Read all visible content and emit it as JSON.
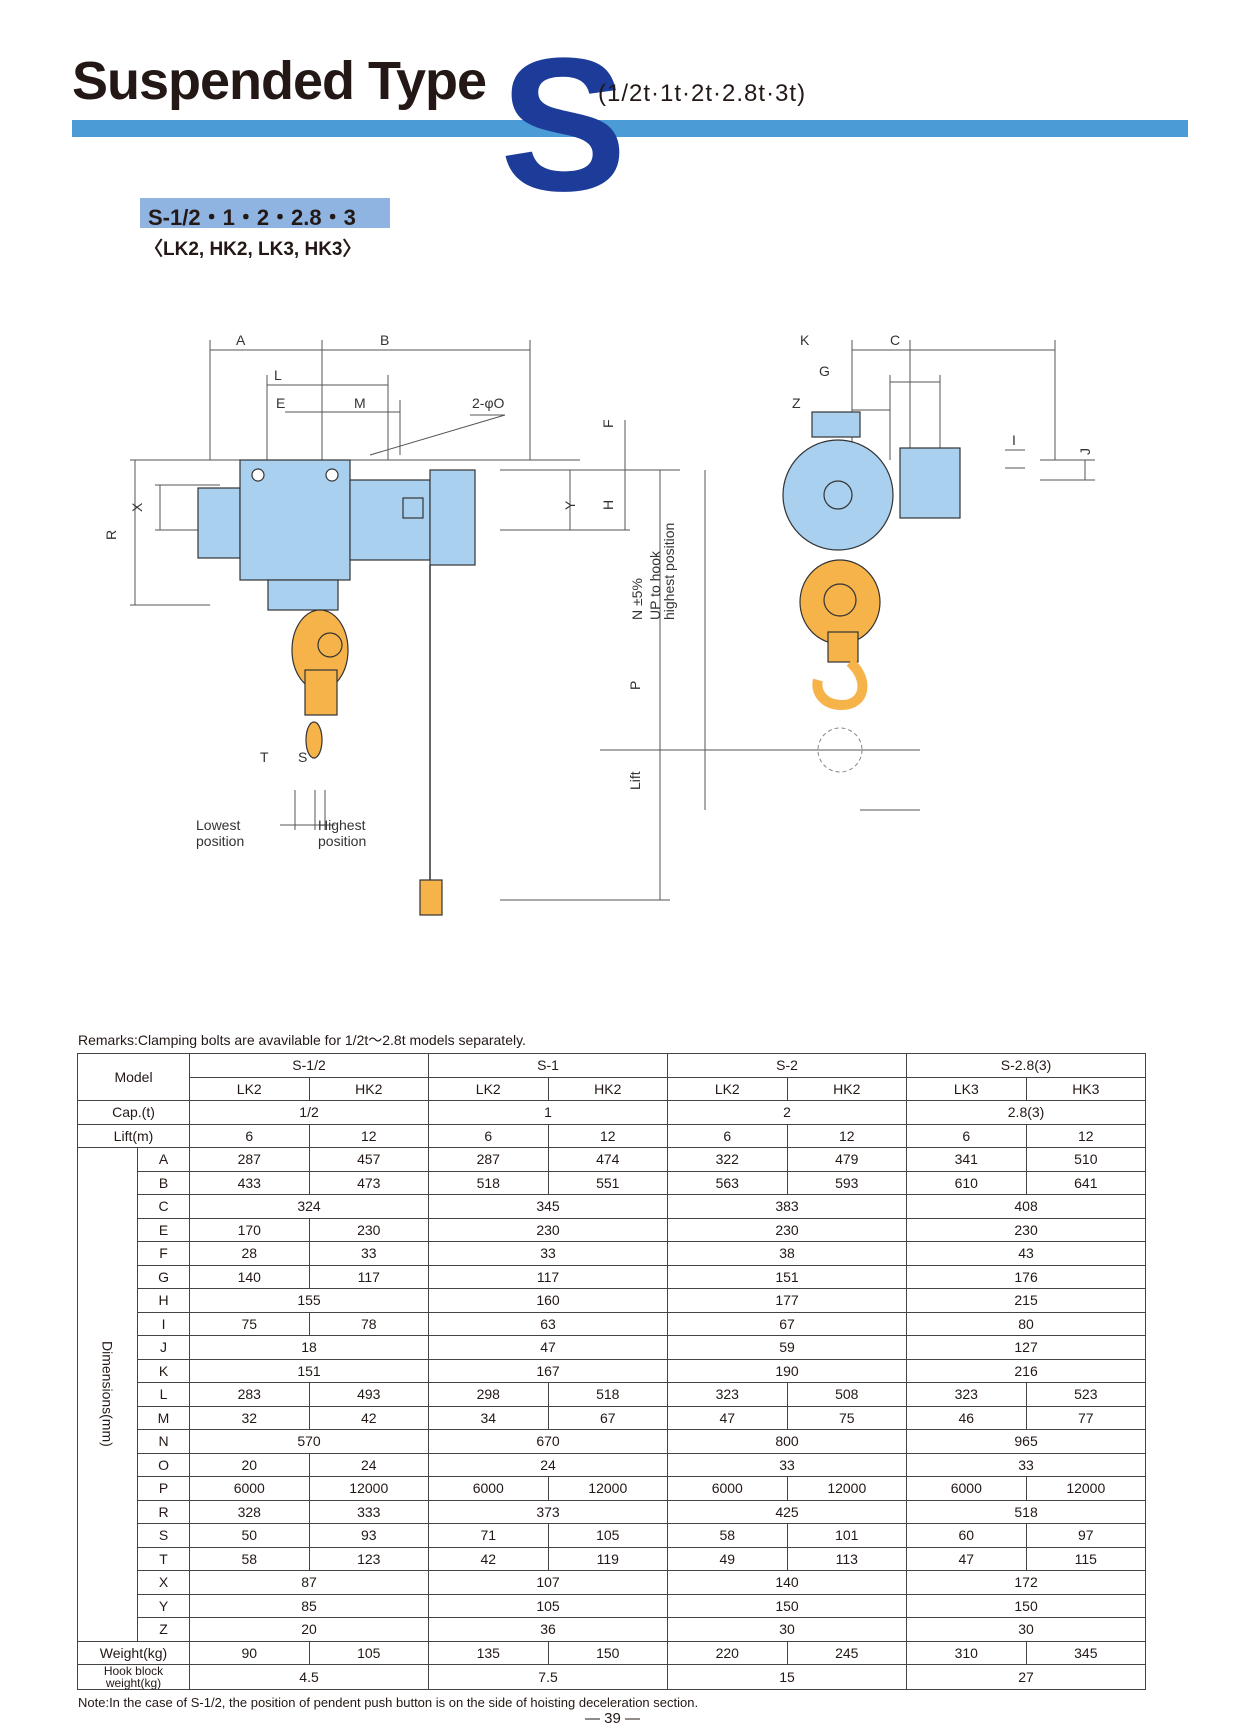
{
  "header": {
    "title": "Suspended Type",
    "letter": "S",
    "capacity": "(1/2t·1t·2t·2.8t·3t)",
    "series": "S-1/2・1・2・2.8・3",
    "models": "〈LK2, HK2, LK3, HK3〉"
  },
  "colors": {
    "accent_bar": "#4a9bd6",
    "letter": "#1d3c99",
    "badge": "#8fb4e1",
    "hoist_body": "#a9d0ef",
    "hook": "#f5b34a"
  },
  "drawing": {
    "dims_front": [
      "A",
      "B",
      "L",
      "E",
      "M",
      "2-φO",
      "F",
      "H",
      "Y",
      "X",
      "R",
      "P",
      "T",
      "S"
    ],
    "dims_side": [
      "K",
      "C",
      "G",
      "Z",
      "I",
      "J"
    ],
    "label_n": "N ±5%",
    "label_up_line1": "UP to hook",
    "label_up_line2": "highest position",
    "label_lift": "Lift",
    "label_lowest_line1": "Lowest",
    "label_lowest_line2": "position",
    "label_highest_line1": "Highest",
    "label_highest_line2": "position"
  },
  "remarks": "Remarks:Clamping bolts are avavilable for 1/2t〜2.8t models separately.",
  "table": {
    "model_label": "Model",
    "groups": [
      "S-1/2",
      "S-1",
      "S-2",
      "S-2.8(3)"
    ],
    "submodels": [
      "LK2",
      "HK2",
      "LK2",
      "HK2",
      "LK2",
      "HK2",
      "LK3",
      "HK3"
    ],
    "cap_label": "Cap.(t)",
    "cap": [
      "1/2",
      "1",
      "2",
      "2.8(3)"
    ],
    "lift_label": "Lift(m)",
    "lift": [
      "6",
      "12",
      "6",
      "12",
      "6",
      "12",
      "6",
      "12"
    ],
    "dimensions_label": "Dimensions(mm)",
    "dims": [
      {
        "k": "A",
        "v": [
          "287",
          "457",
          "287",
          "474",
          "322",
          "479",
          "341",
          "510"
        ]
      },
      {
        "k": "B",
        "v": [
          "433",
          "473",
          "518",
          "551",
          "563",
          "593",
          "610",
          "641"
        ]
      },
      {
        "k": "C",
        "v": [
          "324",
          "345",
          "383",
          "408"
        ]
      },
      {
        "k": "E",
        "v": [
          "170",
          "230",
          "230",
          "230",
          "230"
        ]
      },
      {
        "k": "F",
        "v": [
          "28",
          "33",
          "33",
          "38",
          "43"
        ]
      },
      {
        "k": "G",
        "v": [
          "140",
          "117",
          "117",
          "151",
          "176"
        ]
      },
      {
        "k": "H",
        "v": [
          "155",
          "160",
          "177",
          "215"
        ]
      },
      {
        "k": "I",
        "v": [
          "75",
          "78",
          "63",
          "67",
          "80"
        ]
      },
      {
        "k": "J",
        "v": [
          "18",
          "47",
          "59",
          "127"
        ]
      },
      {
        "k": "K",
        "v": [
          "151",
          "167",
          "190",
          "216"
        ]
      },
      {
        "k": "L",
        "v": [
          "283",
          "493",
          "298",
          "518",
          "323",
          "508",
          "323",
          "523"
        ]
      },
      {
        "k": "M",
        "v": [
          "32",
          "42",
          "34",
          "67",
          "47",
          "75",
          "46",
          "77"
        ]
      },
      {
        "k": "N",
        "v": [
          "570",
          "670",
          "800",
          "965"
        ]
      },
      {
        "k": "O",
        "v": [
          "20",
          "24",
          "24",
          "33",
          "33"
        ]
      },
      {
        "k": "P",
        "v": [
          "6000",
          "12000",
          "6000",
          "12000",
          "6000",
          "12000",
          "6000",
          "12000"
        ]
      },
      {
        "k": "R",
        "v": [
          "328",
          "333",
          "373",
          "425",
          "518"
        ]
      },
      {
        "k": "S",
        "v": [
          "50",
          "93",
          "71",
          "105",
          "58",
          "101",
          "60",
          "97"
        ]
      },
      {
        "k": "T",
        "v": [
          "58",
          "123",
          "42",
          "119",
          "49",
          "113",
          "47",
          "115"
        ]
      },
      {
        "k": "X",
        "v": [
          "87",
          "107",
          "140",
          "172"
        ]
      },
      {
        "k": "Y",
        "v": [
          "85",
          "105",
          "150",
          "150"
        ]
      },
      {
        "k": "Z",
        "v": [
          "20",
          "36",
          "30",
          "30"
        ]
      }
    ],
    "weight_label": "Weight(kg)",
    "weight": [
      "90",
      "105",
      "135",
      "150",
      "220",
      "245",
      "310",
      "345"
    ],
    "hook_label": "Hook block weight(kg)",
    "hook": [
      "4.5",
      "7.5",
      "15",
      "27"
    ]
  },
  "note": "Note:In the case of S-1/2, the position of pendent push button is on the side of hoisting deceleration section.",
  "page_number": "— 39 —"
}
